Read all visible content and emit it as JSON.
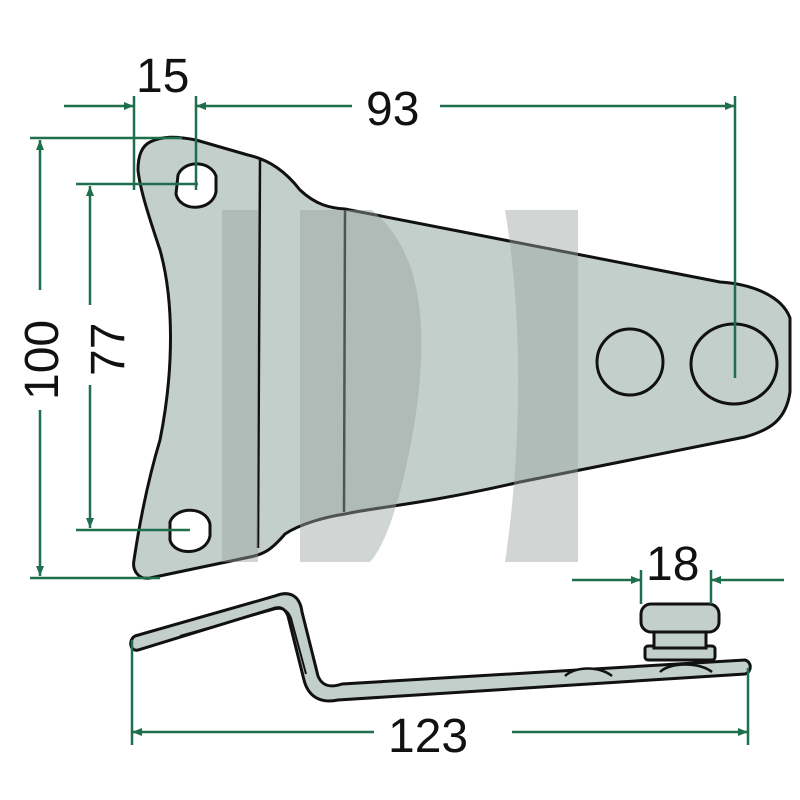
{
  "dimensions": {
    "hole_offset": "15",
    "hole_spacing_horizontal": "93",
    "overall_height": "100",
    "hole_spacing_vertical": "77",
    "stud_width": "18",
    "overall_length": "123"
  },
  "colors": {
    "dimension_line": "#1f6e4e",
    "part_fill": "#c3cfcb",
    "outline": "#111111",
    "watermark": "#9aa49f"
  }
}
